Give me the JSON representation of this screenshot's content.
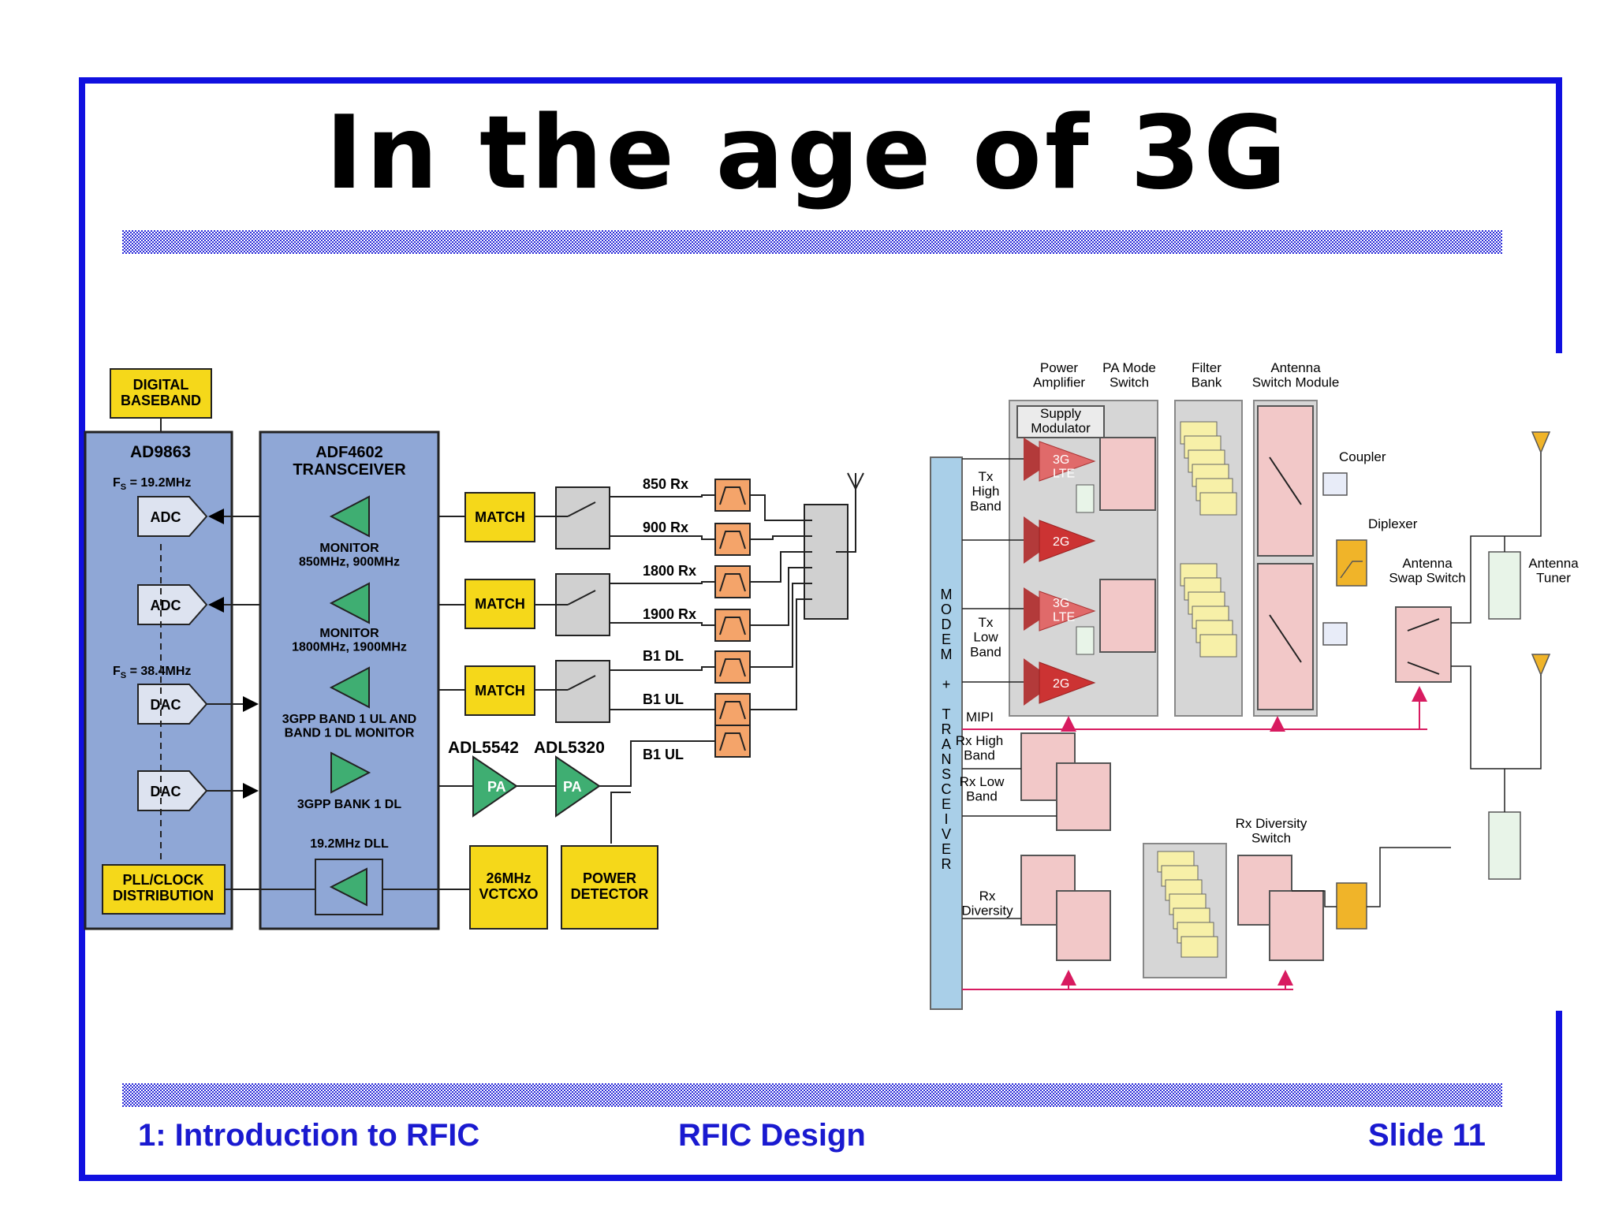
{
  "slide": {
    "title": "In the age of 3G",
    "footer_left": "1: Introduction to RFIC",
    "footer_center": "RFIC Design",
    "footer_right": "Slide 11"
  },
  "colors": {
    "frame": "#1010e0",
    "footer_text": "#1a1ad0",
    "block_blue": "#8fa7d6",
    "block_yellow": "#f5d81a",
    "block_green": "#3fae72",
    "filter_orange": "#f4a46a",
    "switch_gray": "#d0d0d0",
    "switch_pink": "#f2c8c8",
    "pa_red": "#cc3333",
    "modem_blue": "#a9cfe8",
    "mipi_pink": "#d81b60"
  },
  "left_diagram": {
    "digital_baseband": "DIGITAL\nBASEBAND",
    "ad9863": "AD9863",
    "fs1": "F",
    "fs1_sub": "S",
    "fs1_val": " = 19.2MHz",
    "fs2": "F",
    "fs2_sub": "S",
    "fs2_val": " = 38.4MHz",
    "adc": "ADC",
    "dac": "DAC",
    "pll": "PLL/CLOCK\nDISTRIBUTION",
    "adf_title": "ADF4602\nTRANSCEIVER",
    "monitor1": "MONITOR\n850MHz, 900MHz",
    "monitor2": "MONITOR\n1800MHz, 1900MHz",
    "band1_monitor": "3GPP BAND 1 UL AND\nBAND 1 DL MONITOR",
    "bank1": "3GPP BANK 1 DL",
    "dll": "19.2MHz DLL",
    "match": "MATCH",
    "adl5542": "ADL5542",
    "adl5320": "ADL5320",
    "pa": "PA",
    "vctcxo": "26MHz\nVCTCXO",
    "power_detector": "POWER\nDETECTOR",
    "rx850": "850 Rx",
    "rx900": "900 Rx",
    "rx1800": "1800 Rx",
    "rx1900": "1900 Rx",
    "b1dl": "B1 DL",
    "b1ul_a": "B1 UL",
    "b1ul_b": "B1 UL"
  },
  "right_diagram": {
    "power_amplifier": "Power\nAmplifier",
    "pa_mode_switch": "PA Mode\nSwitch",
    "filter_bank": "Filter\nBank",
    "antenna_switch_module": "Antenna\nSwitch Module",
    "supply_modulator": "Supply\nModulator",
    "coupler": "Coupler",
    "diplexer": "Diplexer",
    "antenna_swap_switch": "Antenna\nSwap Switch",
    "antenna_tuner": "Antenna\nTuner",
    "tx_high_band": "Tx\nHigh\nBand",
    "tx_low_band": "Tx\nLow\nBand",
    "lte3g_a": "3G\nLTE",
    "lte3g_b": "3G\nLTE",
    "pa2g_a": "2G",
    "pa2g_b": "2G",
    "mipi": "MIPI",
    "rx_high_band": "Rx High\nBand",
    "rx_low_band": "Rx Low\nBand",
    "rx_diversity": "Rx\nDiversity",
    "rx_diversity_switch": "Rx Diversity\nSwitch",
    "modem_transceiver": "MODEM + TRANSCEIVER"
  }
}
